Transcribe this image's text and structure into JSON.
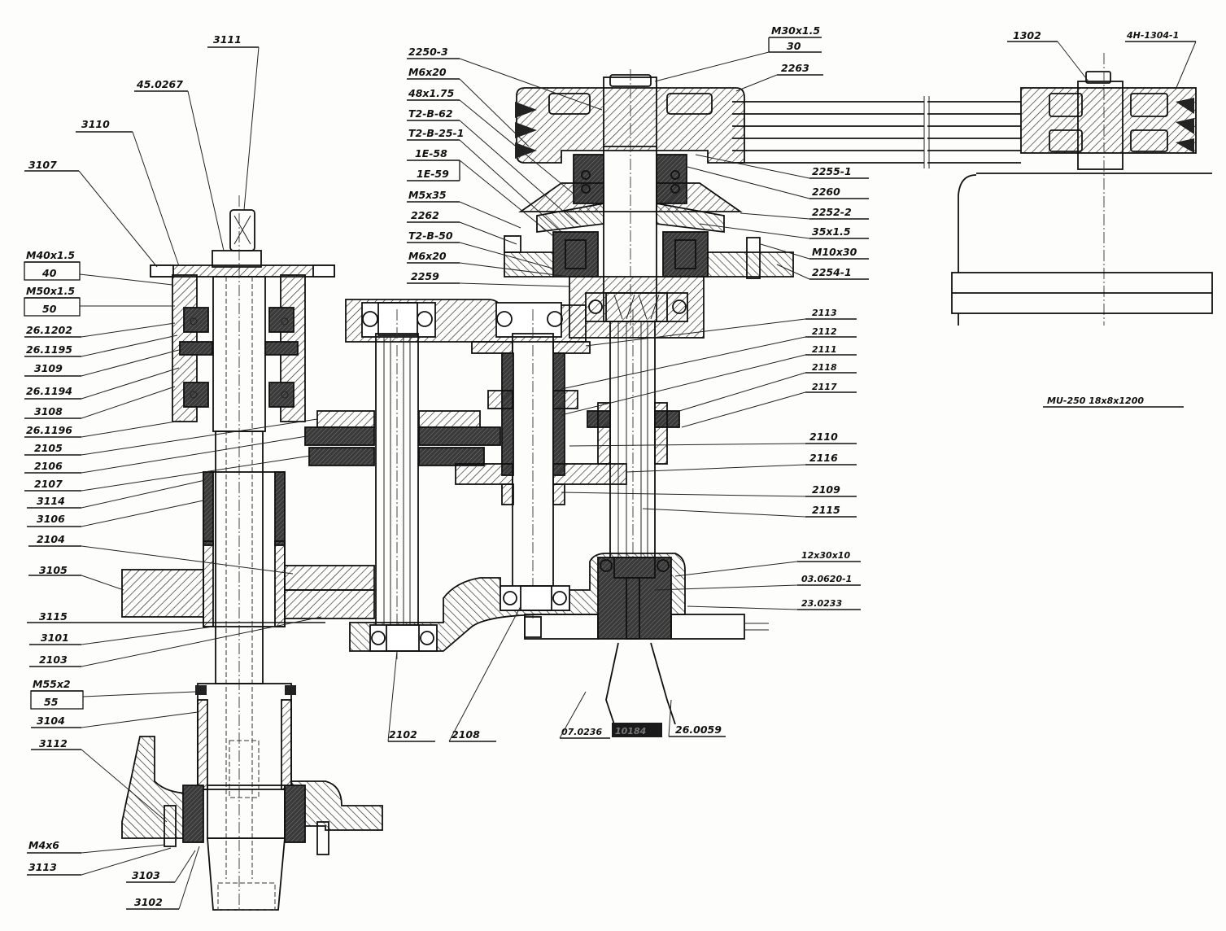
{
  "drawing": {
    "title_note": "MU-250  18x8x1200",
    "colors": {
      "ink": "#111111",
      "paper": "#fdfdfc",
      "hatch": "#222222",
      "dark_fill": "#2a2a2a"
    }
  },
  "labels_left_upper": [
    {
      "id": "3111",
      "text": "3111"
    },
    {
      "id": "45_0267",
      "text": "45.0267"
    },
    {
      "id": "3110",
      "text": "3110"
    },
    {
      "id": "3107",
      "text": "3107"
    }
  ],
  "thread_callouts_left": [
    {
      "thread": "M40x1.5",
      "size": "40"
    },
    {
      "thread": "M50x1.5",
      "size": "50"
    },
    {
      "thread": "M55x2",
      "size": "55"
    }
  ],
  "labels_left_column": [
    "26.1202",
    "26.1195",
    "3109",
    "26.1194",
    "3108",
    "26.1196",
    "2105",
    "2106",
    "2107",
    "3114",
    "3106",
    "2104",
    "3105",
    "3115",
    "3101",
    "2103"
  ],
  "labels_left_bottom": [
    "3104",
    "3112",
    "M4x6",
    "3113",
    "3103",
    "3102"
  ],
  "labels_top_center": [
    "2250-3",
    "M6x20",
    "48x1.75",
    "T2-B-62",
    "T2-B-25-1",
    "1E-58",
    "1E-59",
    "M5x35",
    "2262",
    "T2-B-50",
    "M6x20",
    "2259"
  ],
  "thread_callout_top": {
    "thread": "M30x1.5",
    "size": "30"
  },
  "labels_right_upper": [
    "2263",
    "2255-1",
    "2260",
    "2252-2",
    "35x1.5",
    "M10x30",
    "2254-1"
  ],
  "labels_right_middle": [
    "2113",
    "2112",
    "2111",
    "2118",
    "2117",
    "2110",
    "2116",
    "2109",
    "2115",
    "12x30x10",
    "03.0620-1",
    "23.0233"
  ],
  "labels_bottom_center": [
    "2102",
    "2108",
    "07.0236",
    "10184",
    "26.0059"
  ],
  "labels_far_right": [
    "1302",
    "4H-1304-1"
  ]
}
